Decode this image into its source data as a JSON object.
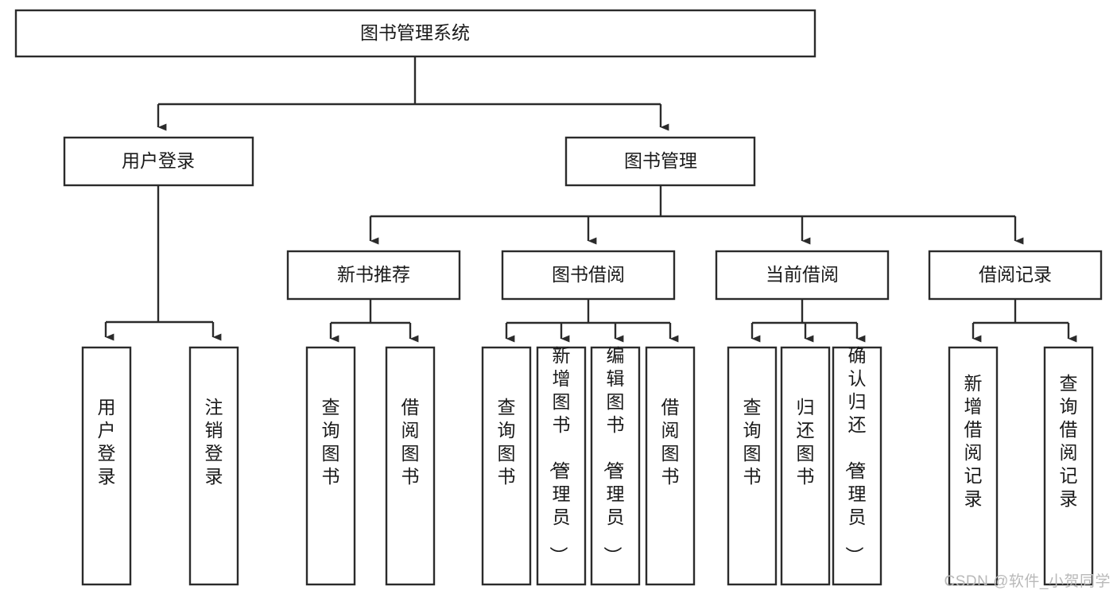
{
  "diagram": {
    "type": "tree",
    "title": "图书管理系统",
    "orientation": "top-down",
    "background_color": "#ffffff",
    "box_stroke_color": "#2b2b2b",
    "box_fill_color": "#ffffff",
    "text_color": "#1a1a1a",
    "arrow_style": "solid-triangle"
  },
  "root": {
    "label": "图书管理系统"
  },
  "level2": [
    {
      "label": "用户登录"
    },
    {
      "label": "图书管理"
    }
  ],
  "level3": [
    {
      "label": "新书推荐"
    },
    {
      "label": "图书借阅"
    },
    {
      "label": "当前借阅"
    },
    {
      "label": "借阅记录"
    }
  ],
  "leaves": {
    "user_login": [
      {
        "label": "用户登录"
      },
      {
        "label": "注销登录"
      }
    ],
    "new_book_recommend": [
      {
        "label": "查询图书"
      },
      {
        "label": "借阅图书"
      }
    ],
    "book_borrow": [
      {
        "label": "查询图书"
      },
      {
        "label": "新增图书（管理员）"
      },
      {
        "label": "编辑图书（管理员）"
      },
      {
        "label": "借阅图书"
      }
    ],
    "current_borrow": [
      {
        "label": "查询图书"
      },
      {
        "label": "归还图书"
      },
      {
        "label": "确认归还（管理员）"
      }
    ],
    "borrow_record": [
      {
        "label": "新增借阅记录"
      },
      {
        "label": "查询借阅记录"
      }
    ]
  },
  "watermark": {
    "text": "CSDN @软件_小贺同学",
    "color": "#b9b9b9"
  }
}
